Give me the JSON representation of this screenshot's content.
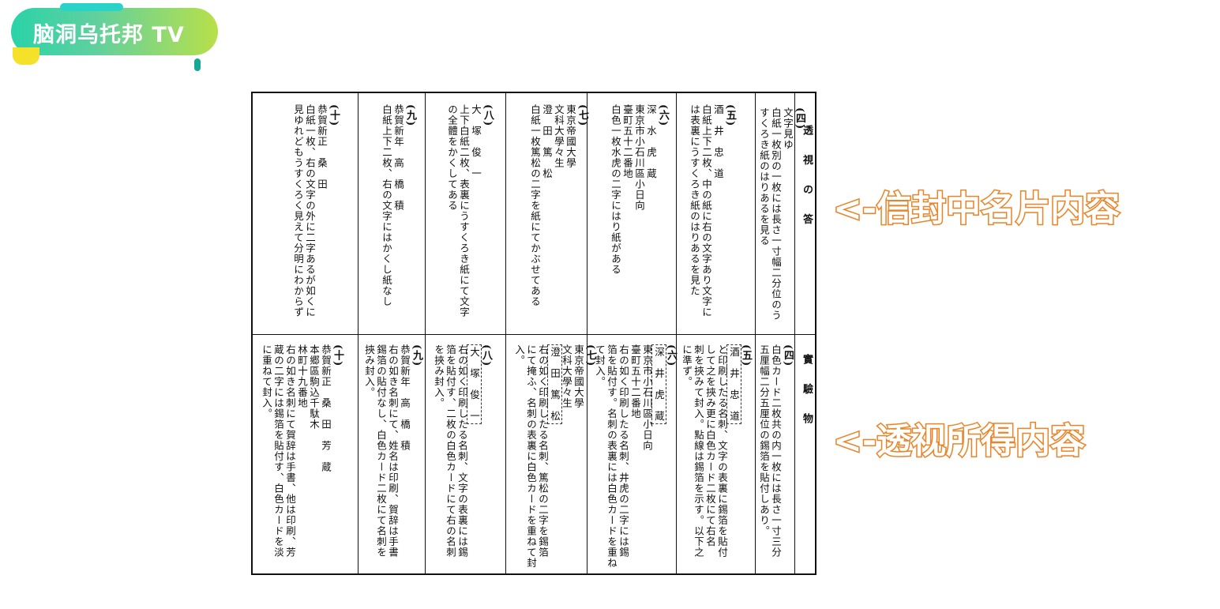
{
  "logo": {
    "text": "脑洞乌托邦 TV"
  },
  "annotations": {
    "top": "<-信封中名片内容",
    "bottom": "<-透视所得内容"
  },
  "document": {
    "header_top": "透 視 の 答",
    "header_bottom": "實 驗 物",
    "top_row": [
      {
        "num": "(四)",
        "lines": [
          "文字見ゆ",
          "白紙一枚別の一枚には長さ一寸幅二分位のう",
          "すくろき紙のはりあるを見る"
        ]
      },
      {
        "num": "(五)",
        "lines": [
          "酒　井　忠　道",
          "白紙上下二枚、中の紙に右の文字あり文字に",
          "は表裏にうすくろき紙のはりあるを見た"
        ]
      },
      {
        "num": "(六)",
        "lines": [
          "深　水　虎　蔵",
          "東京市小石川區小日向",
          "臺町五十二番地",
          "白色一枚水虎の二字にはり紙がある"
        ]
      },
      {
        "num": "(七)",
        "lines": [
          "東京帝國大學",
          "文科大學々生",
          "澄　田　篤　松",
          "白紙一枚篤松の二字を紙にてかぶせてある"
        ]
      },
      {
        "num": "(八)",
        "lines": [
          "大　塚　俊　一",
          "上下白紙二枚、表裏にうすくろき紙にて文字",
          "の全體をかくしてある"
        ]
      },
      {
        "num": "(九)",
        "lines": [
          "恭賀新年　高　橋　積",
          "白紙上下二枚、右の文字にはかくし紙なし"
        ]
      },
      {
        "num": "(十)",
        "lines": [
          "恭賀新正　桑　田",
          "白紙一枚、右の文字の外に二字あるが如くに",
          "見ゆれどもうすくろく見えて分明にわからず"
        ]
      }
    ],
    "bottom_row": [
      {
        "num": "(四)",
        "lines": [
          "白色カード二枚共の内一枚には長さ一寸三分",
          "五厘幅二分五厘位の錫箔を貼付しあり。"
        ]
      },
      {
        "num": "(五)",
        "lines": [
          "酒　井　忠　道",
          "と印刷したる名刺、文字の表裏に錫箔を貼付",
          "して之を挾み更に白色カード二枚にて右名",
          "刺を挾みて封入。點線は錫箔を示す。以下之",
          "に準ず。"
        ]
      },
      {
        "num": "(六)",
        "lines": [
          "深　井　虎　蔵",
          "東京市小石川區小日向",
          "臺町五十二番地",
          "右の如く印刷したる名刺、井虎の二字には錫",
          "箔を貼付す。名刺の表裏には白色カードを重ね",
          "て封入。"
        ]
      },
      {
        "num": "(七)",
        "lines": [
          "東京帝國大學",
          "文科大學々生",
          "澄　田　篤　松",
          "右の如く印刷したる名刺、篤松の二字を錫箔",
          "にて掩ふ、名刺の表裏に白色カードを重ねて封",
          "入。"
        ]
      },
      {
        "num": "(八)",
        "lines": [
          "大　塚　俊　一",
          "右の如く印刷したる名刺、文字の表裏には錫",
          "箔を貼付す、二枚の白色カードにて右の名刺",
          "を挾み封入。"
        ]
      },
      {
        "num": "(九)",
        "lines": [
          "恭賀新年　高　橋　積",
          "右の如き名刺にて、姓名は印刷、賀辞は手書",
          "錫箔の貼付なし、白色カード二枚にて名刺を",
          "挾み封入。"
        ]
      },
      {
        "num": "(十)",
        "lines": [
          "恭賀新正　桑　田　芳　蔵",
          "本郷區駒込千駄木",
          "林町十九番地",
          "右の如き名刺にて賀辞は手書、他は印刷、芳",
          "蔵の二字には錫箔を貼付す、白色カードを淡",
          "に重ねて封入。"
        ]
      }
    ]
  }
}
